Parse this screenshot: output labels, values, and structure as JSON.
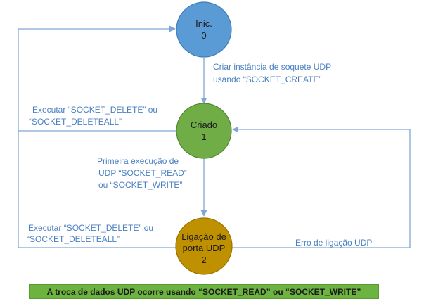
{
  "nodes": {
    "init": {
      "line1": "Inic.",
      "line2": "0",
      "color": "#5b9bd5"
    },
    "created": {
      "line1": "Criado",
      "line2": "1",
      "color": "#70ad47"
    },
    "bound": {
      "line1": "Ligação de",
      "line2": "porta UDP",
      "line3": "2",
      "color": "#bf9000"
    }
  },
  "edges": {
    "create": {
      "line1": "Criar instância de soquete UDP",
      "line2": "usando “SOCKET_CREATE”"
    },
    "delete_from_created": {
      "line1": "Executar “SOCKET_DELETE” ou",
      "line2": "“SOCKET_DELETEALL”"
    },
    "first_exec": {
      "line1": "Primeira execução de",
      "line2": "UDP “SOCKET_READ”",
      "line3": "ou “SOCKET_WRITE”"
    },
    "delete_from_bound": {
      "line1": "Executar “SOCKET_DELETE” ou",
      "line2": "“SOCKET_DELETEALL”"
    },
    "bind_error": {
      "line1": "Erro de ligação UDP"
    }
  },
  "banner": {
    "text": "A troca de dados UDP ocorre usando “SOCKET_READ” ou “SOCKET_WRITE”",
    "color": "#6cb33f"
  }
}
